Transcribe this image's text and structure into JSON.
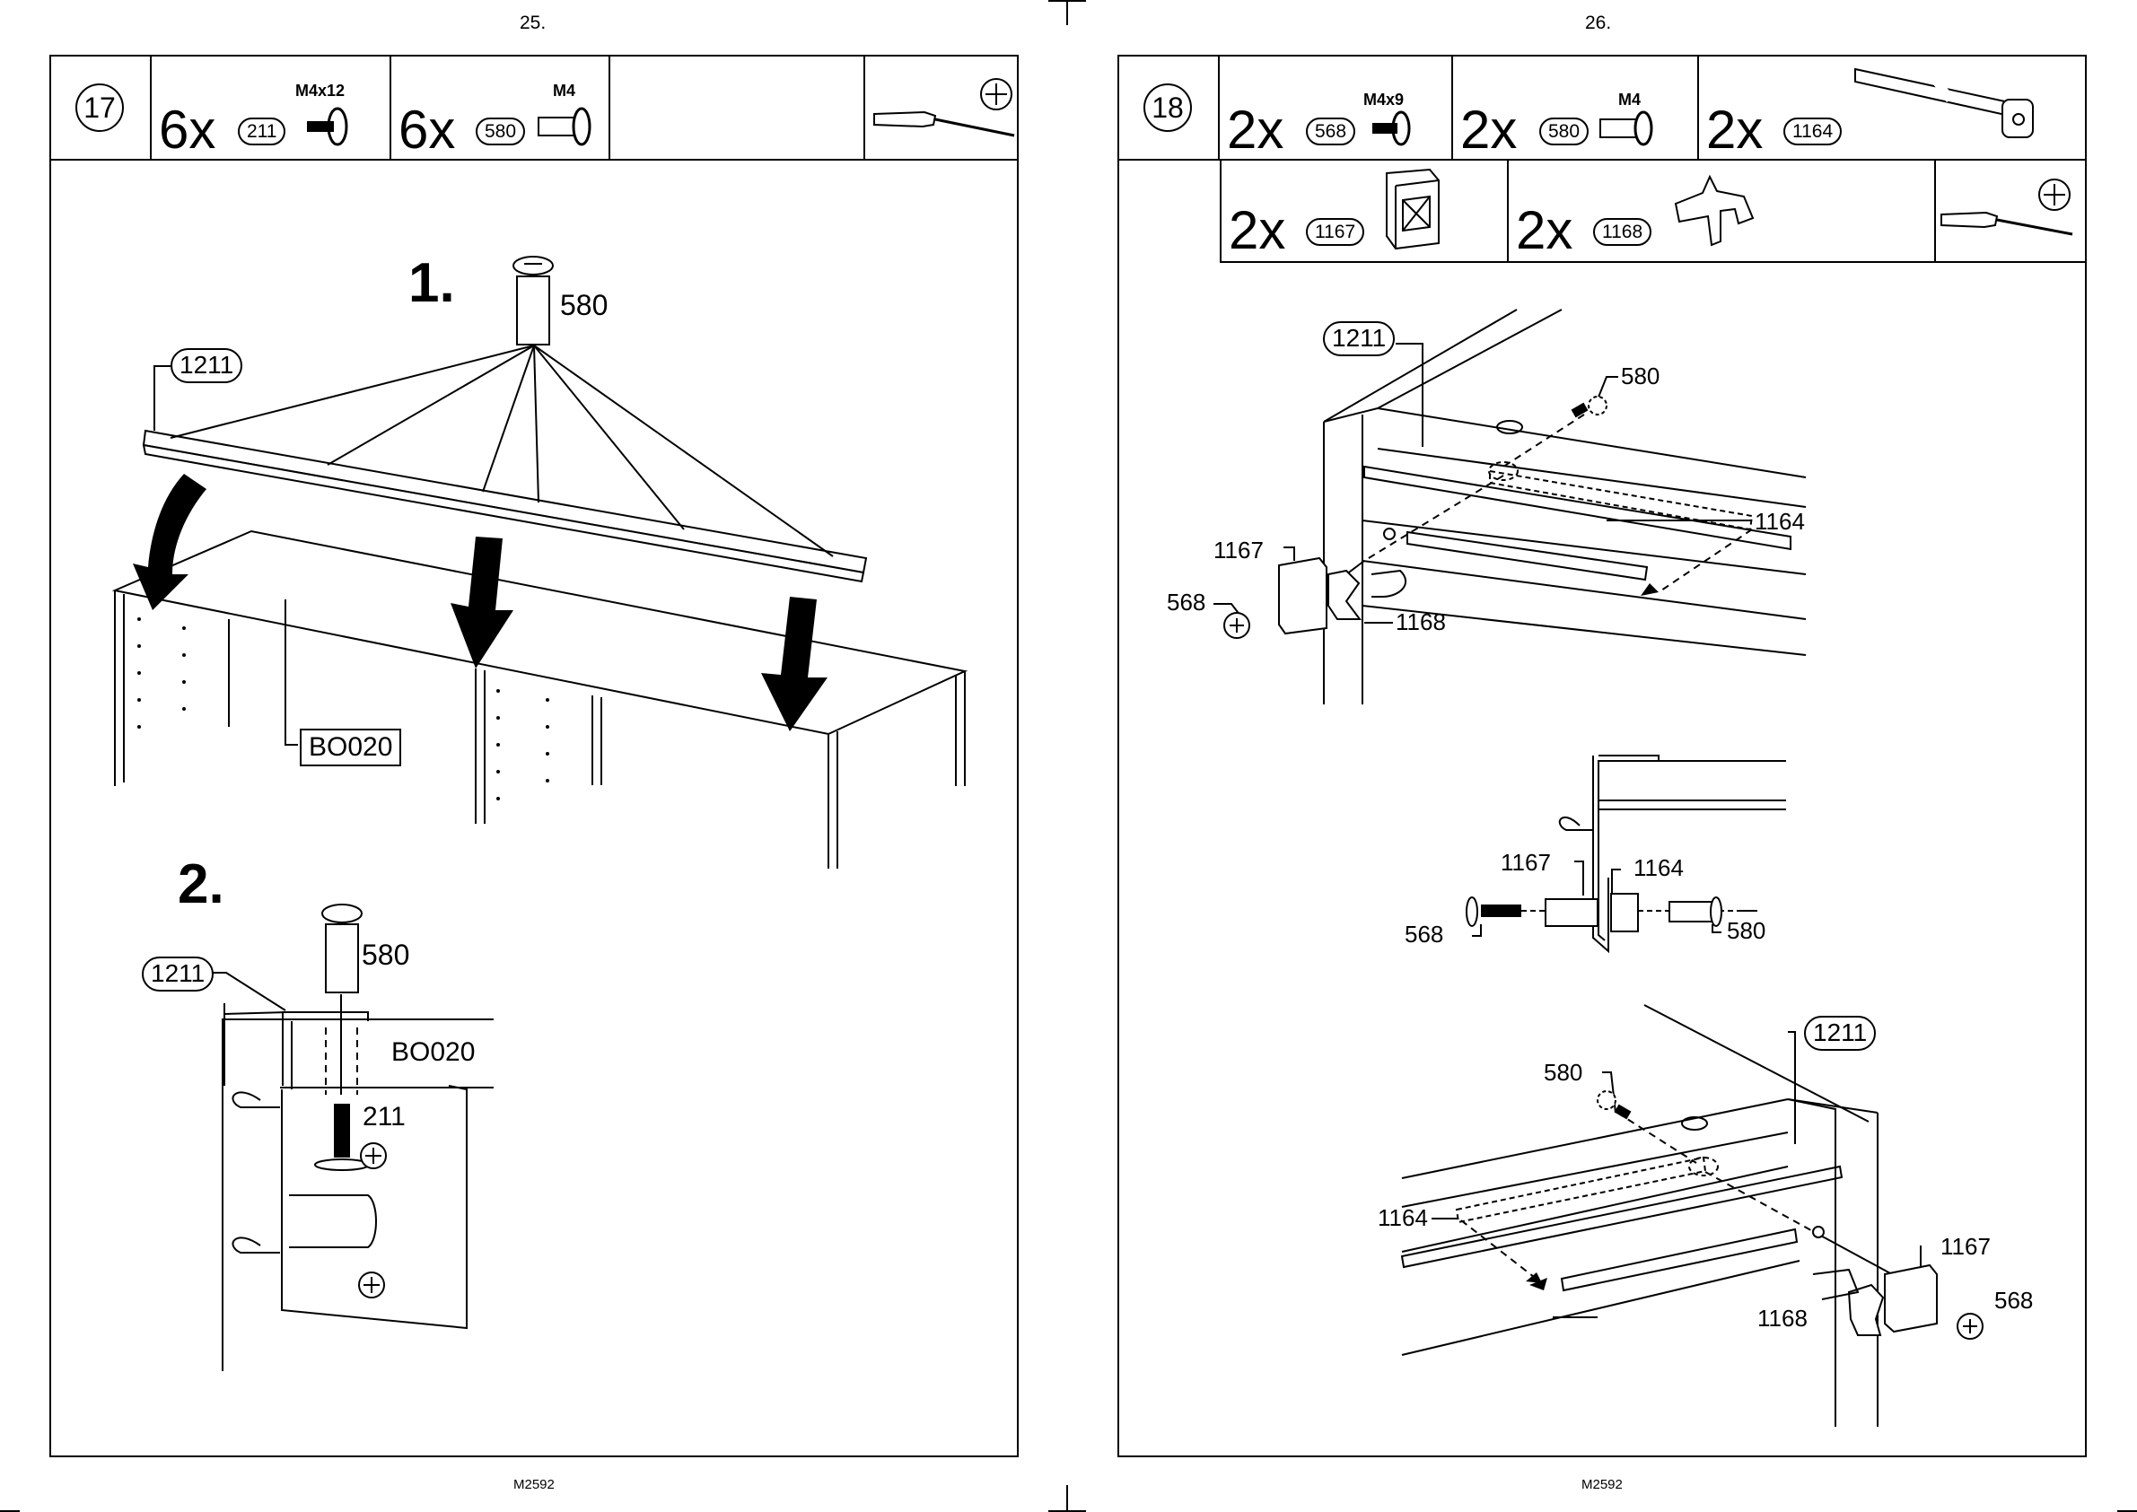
{
  "left_page": {
    "page_number": "25.",
    "footer": "M2592",
    "step": "17",
    "parts": [
      {
        "qty": "6x",
        "part": "211",
        "spec": "M4x12",
        "icon": "screw-icon"
      },
      {
        "qty": "6x",
        "part": "580",
        "spec": "M4",
        "icon": "cam-bolt-icon"
      }
    ],
    "tool": "screwdriver-icon",
    "substep1": "1.",
    "substep2": "2.",
    "labels": {
      "part_1211": "1211",
      "part_580": "580",
      "part_bo020": "BO020",
      "part_211": "211"
    }
  },
  "right_page": {
    "page_number": "26.",
    "footer": "M2592",
    "step": "18",
    "parts_row1": [
      {
        "qty": "2x",
        "part": "568",
        "spec": "M4x9",
        "icon": "screw-icon"
      },
      {
        "qty": "2x",
        "part": "580",
        "spec": "M4",
        "icon": "cam-bolt-icon"
      },
      {
        "qty": "2x",
        "part": "1164",
        "spec": "",
        "icon": "rail-bracket-icon"
      }
    ],
    "parts_row2": [
      {
        "qty": "2x",
        "part": "1167",
        "spec": "",
        "icon": "clip-block-icon"
      },
      {
        "qty": "2x",
        "part": "1168",
        "spec": "",
        "icon": "clip-hook-icon"
      }
    ],
    "tool": "screwdriver-icon",
    "labels": {
      "p1211": "1211",
      "p580": "580",
      "p1164": "1164",
      "p1167": "1167",
      "p568": "568",
      "p1168": "1168"
    }
  }
}
